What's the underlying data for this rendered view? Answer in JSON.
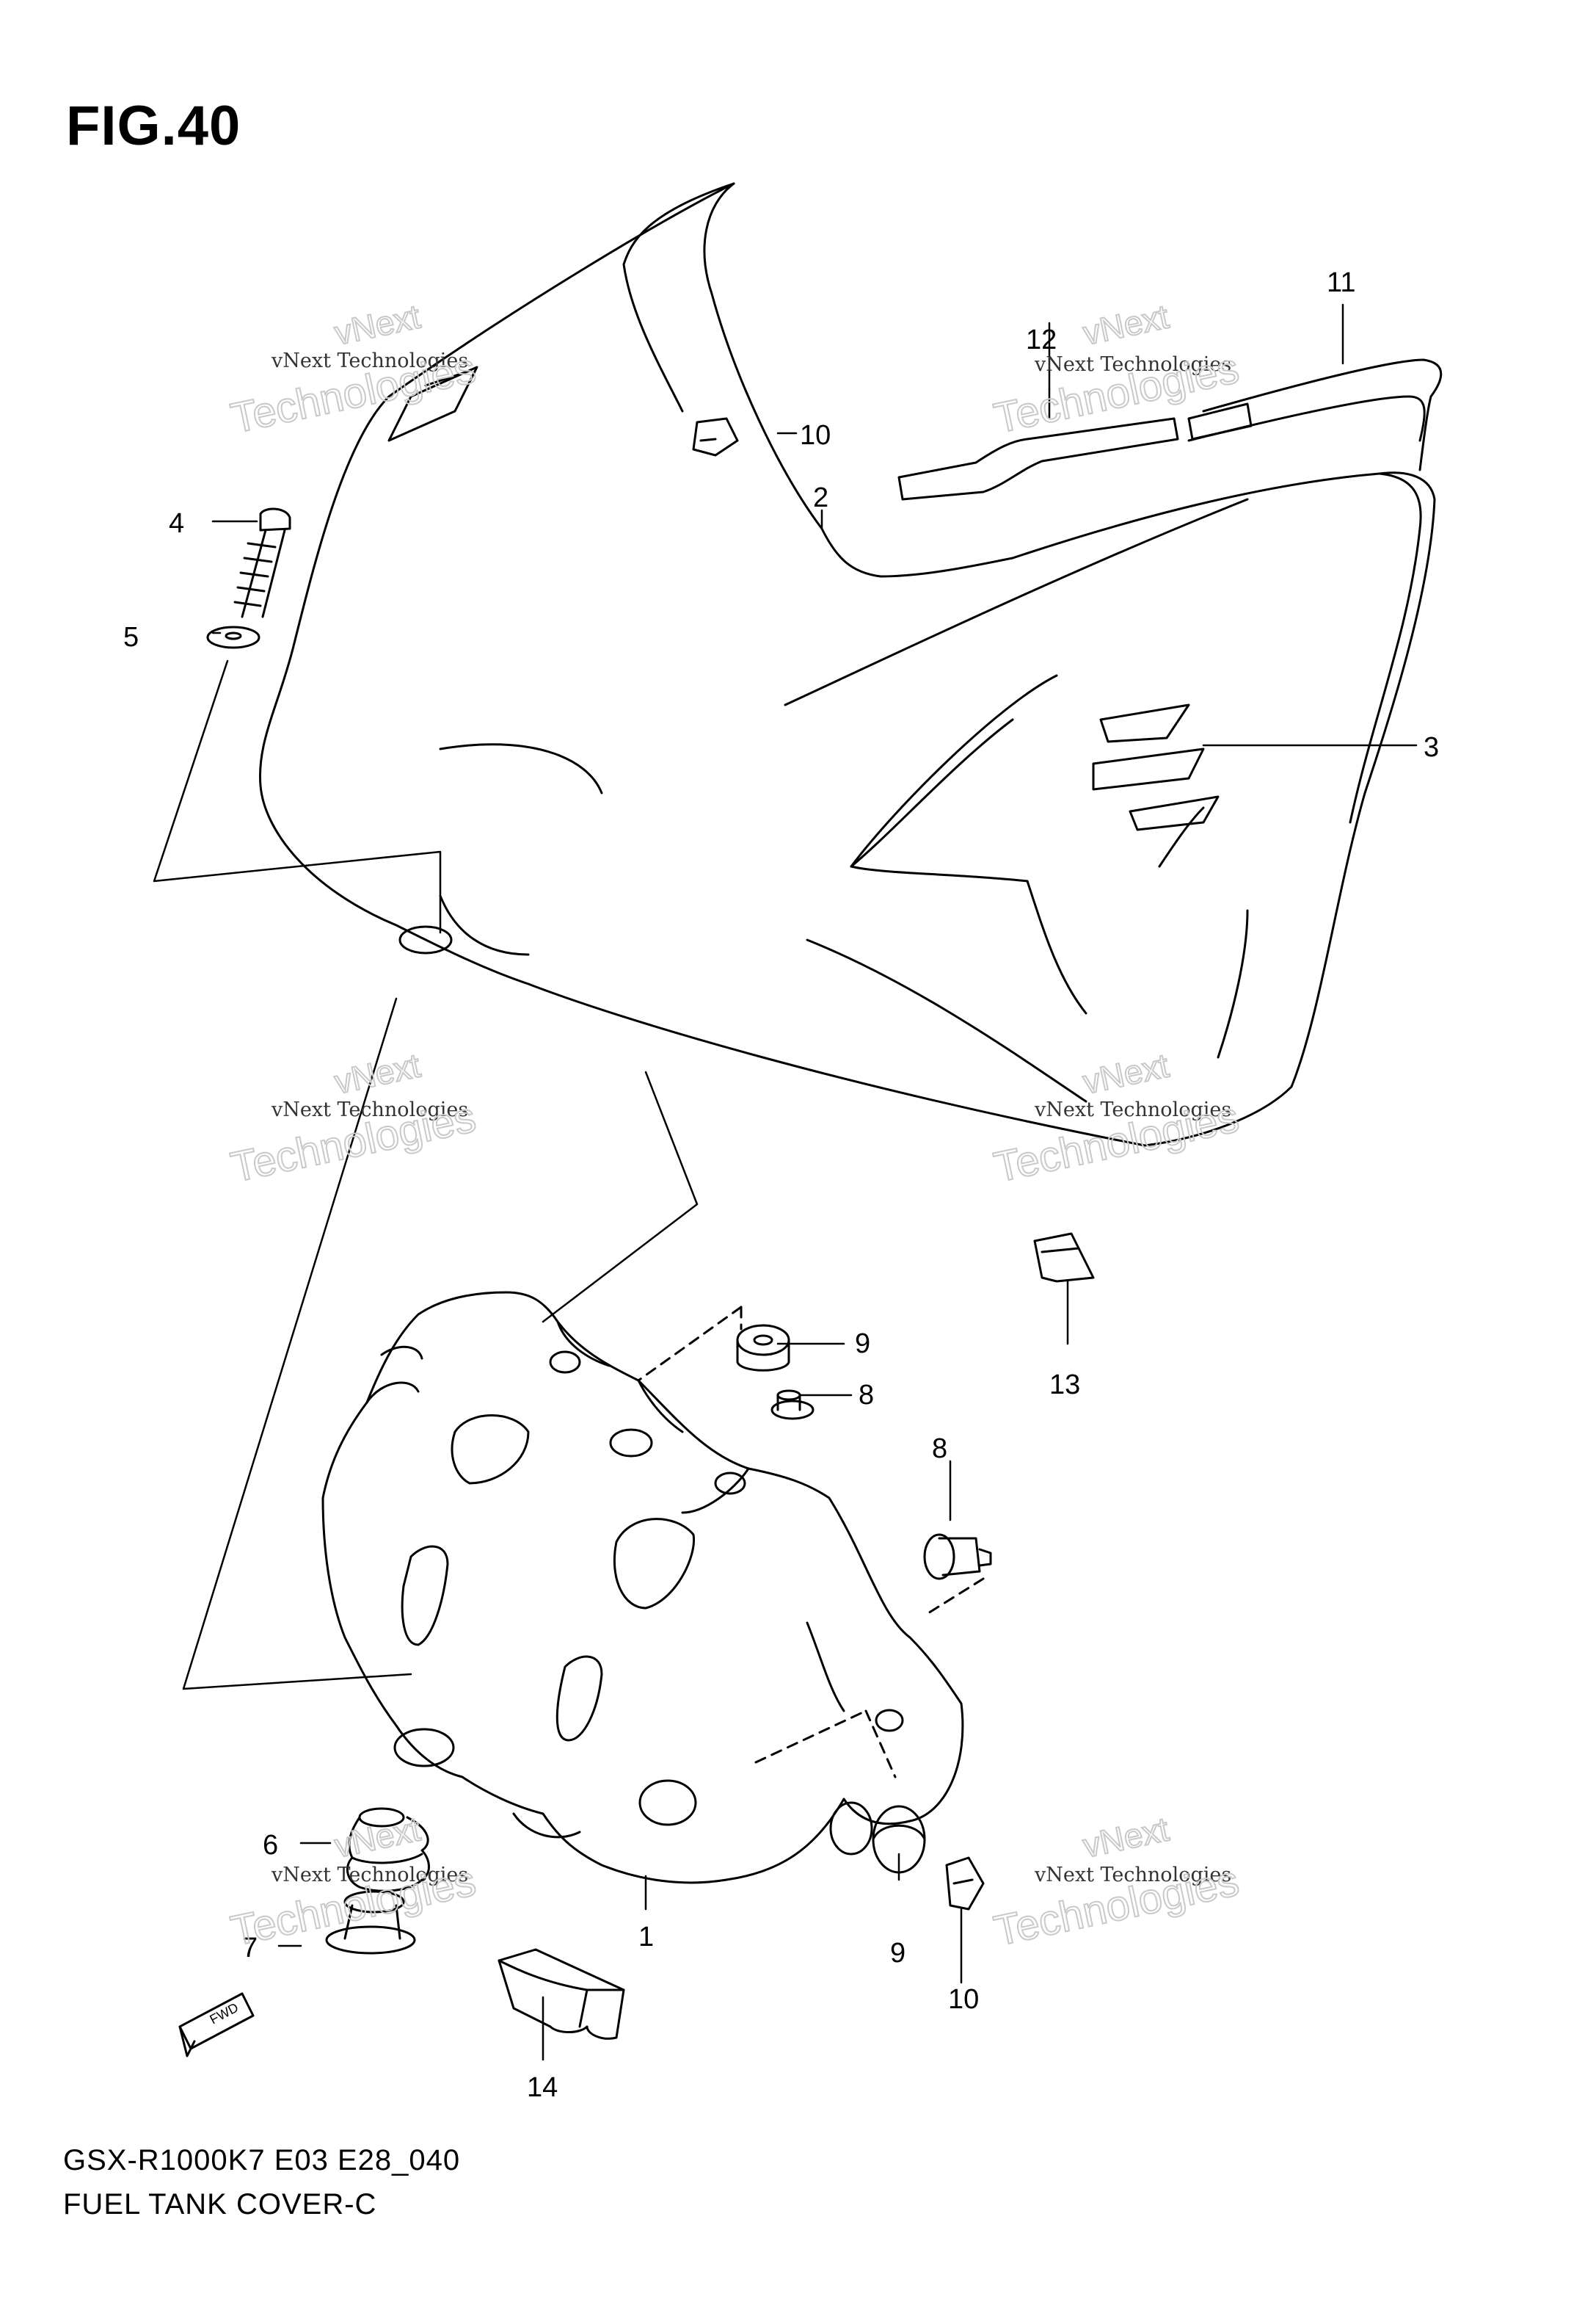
{
  "figure": {
    "title": "FIG.40"
  },
  "callouts": [
    {
      "id": "1",
      "label": "1"
    },
    {
      "id": "2",
      "label": "2"
    },
    {
      "id": "3",
      "label": "3"
    },
    {
      "id": "4",
      "label": "4"
    },
    {
      "id": "5",
      "label": "5"
    },
    {
      "id": "6",
      "label": "6"
    },
    {
      "id": "7",
      "label": "7"
    },
    {
      "id": "8a",
      "label": "8"
    },
    {
      "id": "8b",
      "label": "8"
    },
    {
      "id": "9a",
      "label": "9"
    },
    {
      "id": "9b",
      "label": "9"
    },
    {
      "id": "10a",
      "label": "10"
    },
    {
      "id": "10b",
      "label": "10"
    },
    {
      "id": "11",
      "label": "11"
    },
    {
      "id": "12",
      "label": "12"
    },
    {
      "id": "13",
      "label": "13"
    },
    {
      "id": "14",
      "label": "14"
    }
  ],
  "fwd_label": "FWD",
  "watermark": {
    "line1": "vNext",
    "line2": "vNext Technologies",
    "line3": "Technologies"
  },
  "footer": {
    "model_code": "GSX-R1000K7 E03 E28_040",
    "part_name": "FUEL TANK COVER-C"
  }
}
